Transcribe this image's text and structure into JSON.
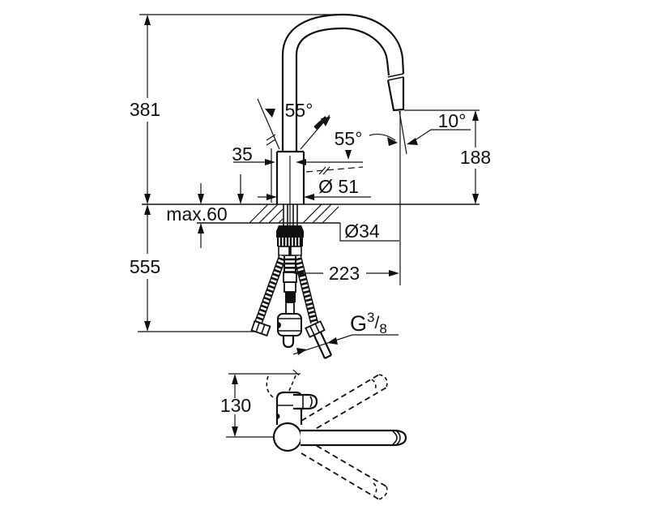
{
  "front_view": {
    "overall_height": "381",
    "below_counter_depth": "555",
    "max_counter_thickness": "max.60",
    "handle_width": "35",
    "handle_angle_left": "55°",
    "handle_angle_right": "55°",
    "spray_angle": "10°",
    "outlet_height": "188",
    "base_diameter": "Ø 51",
    "hole_diameter": "Ø34",
    "spout_reach": "223",
    "thread_g": "G",
    "thread_numerator": "3",
    "thread_divider": "/",
    "thread_denominator": "8"
  },
  "top_view": {
    "handle_clearance": "130"
  },
  "colors": {
    "line": "#111111",
    "background": "#ffffff"
  }
}
